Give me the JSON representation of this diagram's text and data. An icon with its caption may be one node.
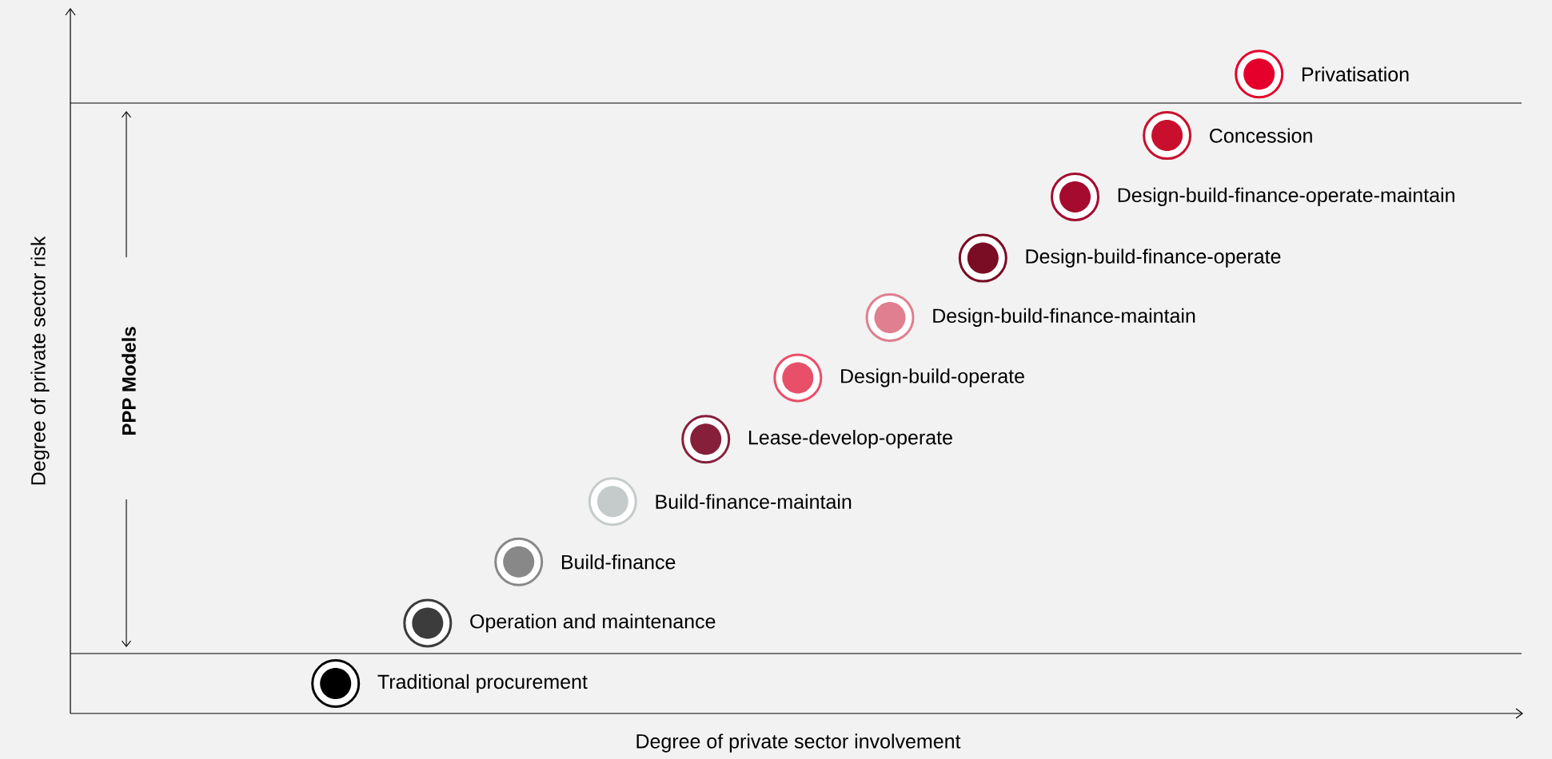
{
  "diagram": {
    "nodes": [
      {
        "text": [],
        "shape": "circle",
        "beside": [
          "Privatisation"
        ]
      },
      {
        "text": [],
        "shape": "circle",
        "beside": [
          "Concession"
        ]
      },
      {
        "text": [],
        "shape": "circle",
        "beside": [
          "Design-build-finance-operate-maintain"
        ]
      },
      {
        "text": [],
        "shape": "circle",
        "beside": [
          "Design-build-finance-operate"
        ]
      },
      {
        "text": [],
        "shape": "circle",
        "beside": [
          "Design-build-finance-maintain"
        ]
      },
      {
        "text": [],
        "shape": "circle",
        "beside": [
          "Design-build-operate"
        ]
      },
      {
        "text": [],
        "shape": "circle",
        "beside": [
          "Lease-develop-operate"
        ]
      },
      {
        "text": [],
        "shape": "circle",
        "beside": [
          "Build-finance-maintain"
        ]
      },
      {
        "text": [],
        "shape": "circle",
        "beside": [
          "Build-finance"
        ]
      },
      {
        "text": [],
        "shape": "circle",
        "beside": [
          "Operation and maintenance"
        ]
      },
      {
        "text": [],
        "shape": "circle",
        "beside": [
          "Traditional procurement"
        ]
      }
    ],
    "labels": [
      "PPP Models",
      "Degree of private sector risk",
      "Degree of private sector involvement"
    ]
  }
}
